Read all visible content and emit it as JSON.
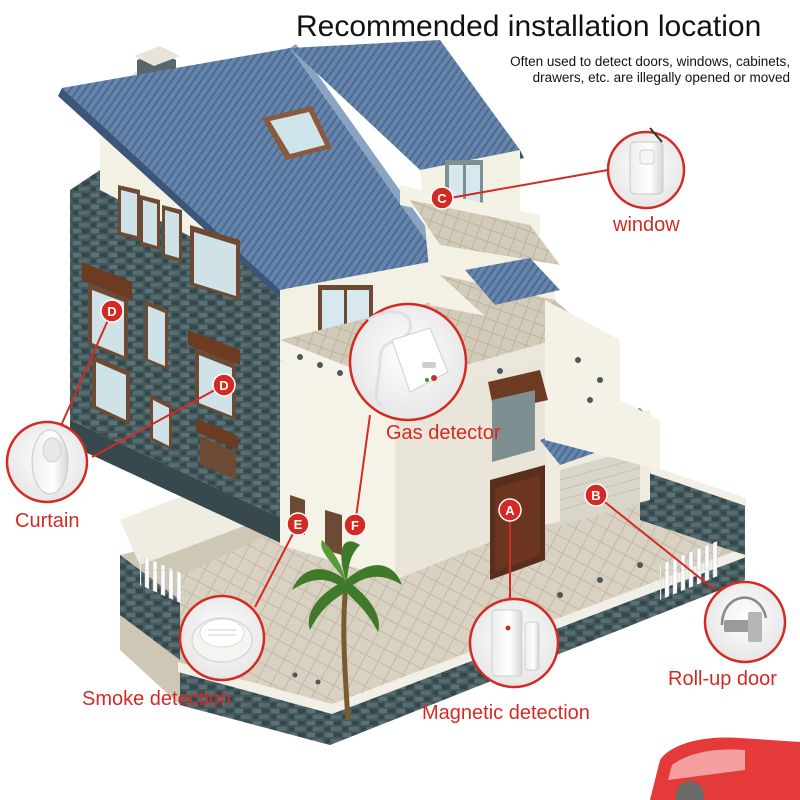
{
  "header": {
    "title": "Recommended installation location",
    "subtitle_line1": "Often used to detect doors, windows, cabinets,",
    "subtitle_line2": "drawers, etc. are illegally opened or moved"
  },
  "markers": {
    "a": "A",
    "b": "B",
    "c": "C",
    "d1": "D",
    "d2": "D",
    "e": "E",
    "f": "F"
  },
  "sensors": {
    "window": "window",
    "gas": "Gas detector",
    "curtain": "Curtain",
    "smoke": "Smoke detection",
    "magnetic": "Magnetic detection",
    "rollup": "Roll-up door"
  },
  "colors": {
    "accent": "#d42a24",
    "roof": "#5f7ea6",
    "wall": "#f3f0e4",
    "stone": "#3e5458",
    "paving": "#d8d0c0"
  }
}
